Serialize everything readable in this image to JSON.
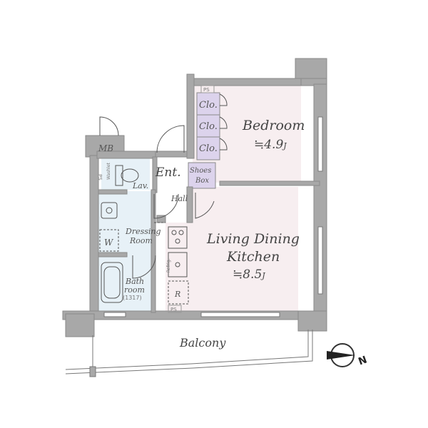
{
  "rooms": {
    "bedroom": {
      "name": "Bedroom",
      "area": "≒4.9",
      "unit": "J"
    },
    "ldk": {
      "line1": "Living Dining",
      "line2": "Kitchen",
      "area": "≒8.5",
      "unit": "J"
    },
    "balcony": "Balcony",
    "entrance": "Ent.",
    "hall": "Hall",
    "dressing_line1": "Dressing",
    "dressing_line2": "Room",
    "bath_line1": "Bath",
    "bath_line2": "room",
    "bath_size": "(1317)",
    "mb": "MB",
    "lav": "Lav.",
    "w": "W",
    "r": "R",
    "shoes_line1": "Shoes",
    "shoes_line2": "Box",
    "closets": [
      "Clo.",
      "Clo.",
      "Clo."
    ],
    "ps_top": "PS",
    "ps_bottom": "PS",
    "ps_left": "PS",
    "washlet": "Washlet",
    "refrigerator": "Refrig."
  },
  "compass": {
    "direction": "N"
  },
  "colors": {
    "wall": "#a8a8a8",
    "wall_stroke": "#8a8a8a",
    "bedroom_floor": "#f7eef0",
    "ldk_floor": "#f7eef0",
    "wet_floor": "#e7f1f7",
    "closet": "#dcd3ec",
    "hall_floor": "#ffffff"
  }
}
